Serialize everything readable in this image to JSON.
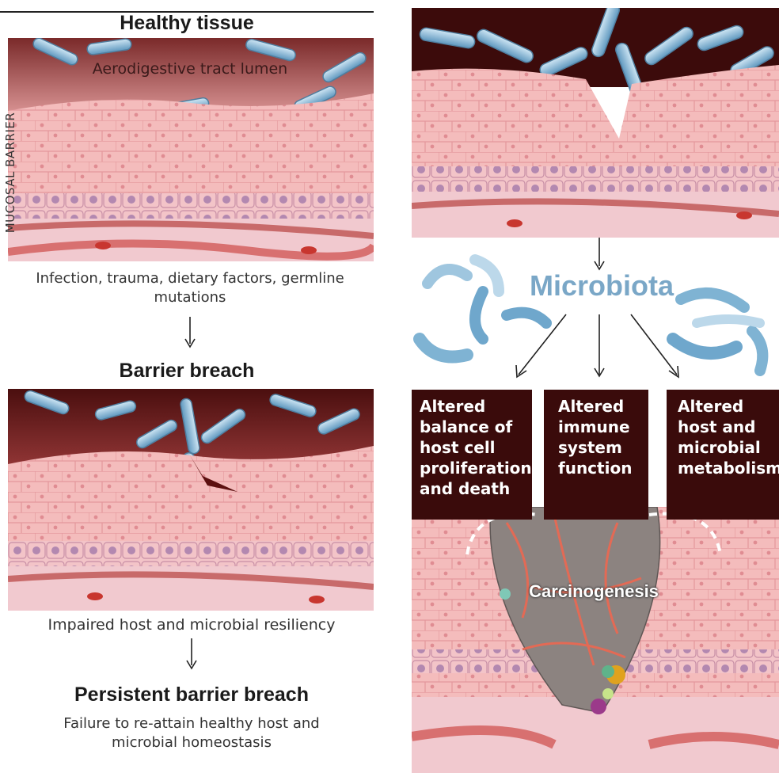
{
  "left": {
    "healthy_title": "Healthy tissue",
    "lumen_label": "Aerodigestive tract lumen",
    "barrier_label": "MUCOSAL BARRIER",
    "causes_caption": "Infection, trauma, dietary factors, germline mutations",
    "breach_title": "Barrier breach",
    "resiliency_caption": "Impaired host and microbial resiliency",
    "persistent_title": "Persistent barrier breach",
    "persistent_caption": "Failure to re-attain healthy host and microbial homeostasis"
  },
  "right": {
    "microbiota_title": "Microbiota",
    "box1": "Altered balance of host cell proliferation and death",
    "box2": "Altered immune system function",
    "box3": "Altered host and microbial metabolism",
    "carcinogenesis_label": "Carcinogenesis"
  },
  "colors": {
    "lumen_dark": "#7a2020",
    "tissue_pink": "#f2b3b3",
    "cell_line": "#e39a9e",
    "basal_purple": "#b993b4",
    "bacteria_blue": "#7fb3d3",
    "box_dark": "#3a0b0b",
    "microbiota_blue": "#7aa7c7"
  }
}
